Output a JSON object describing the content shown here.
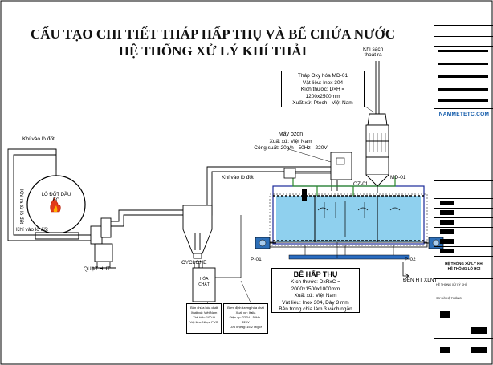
{
  "title": {
    "line1": "CẤU TẠO CHI TIẾT THÁP HẤP THỤ  VÀ BỂ CHỨA NƯỚC",
    "line2": "HỆ THỐNG XỬ LÝ KHÍ THẢI"
  },
  "labels": {
    "clean_air": "Khí sạch\nthoát ra",
    "khi_vao_lo_top": "Khí vào lò đốt",
    "khi_vao_lo_mid": "Khí vào lò đốt",
    "khi_vao_lo_bottom": "Khí vào lò đốt",
    "khi_ra_lo": "Khí ra từ lò đốt",
    "furnace": "LÒ ĐỐT DẦU\nFO",
    "fan": "QUẠT HÚT",
    "cyclone": "CYCLONE",
    "chem": "HÓA\nCHẤT",
    "ozone_gen": "OZ-01",
    "tower": "MD-01",
    "pump1": "P-01",
    "pump2": "P-02",
    "outlet": "ĐẾN HT XLNT"
  },
  "tower_box": {
    "l1": "Tháp Oxy hóa MD-01",
    "l2": "Vật liệu: Inox 304",
    "l3": "Kích thước: D×H = 1200x2500mm",
    "l4": "Xuất xứ: Ptech - Việt Nam"
  },
  "ozone_box": {
    "l1": "Máy ozon",
    "l2": "Xuất xứ: Việt Nam",
    "l3": "Công suất: 20g/h - 50Hz - 220V"
  },
  "tank_box": {
    "title": "BỂ HẤP THỤ",
    "l1": "Kích thước: DxRxC = 2000x1500x1000mm",
    "l2": "Xuất xứ: Việt Nam",
    "l3": "Vật liệu: Inox 304, Dày 3 mm",
    "l4": "Bên trong chia làm 3 vách ngăn"
  },
  "chem_tank_box": {
    "l1": "Bồn chứa hóa chất",
    "l2": "Xuất xứ: Việt Nam",
    "l3": "Thể tích: 100 lít",
    "l4": "Vật liệu: Nhựa PVC"
  },
  "dosing_pump_box": {
    "l1": "Bơm định lượng hóa chất",
    "l2": "Xuất xứ: Italia",
    "l3": "Điện áp: 220V - 50Hz - 220V",
    "l4": "Lưu lượng: 15.2 lít/giờ"
  },
  "title_block": {
    "brand": "NAMMETETC.COM",
    "project": "HỆ THỐNG XỬ LÝ KHÍ\nHỆ THỐNG LÒ HƠI",
    "drawing": "HỆ THỐNG XỬ LÝ KHÍ",
    "sheet_label": "SƠ ĐỒ HỆ THỐNG"
  },
  "colors": {
    "water": "#8fd0ee",
    "pipe": "#ffffff",
    "tank_edge": "#1a2a9a",
    "pump": "#2d6fb8",
    "flame": "#e23a1a",
    "brand": "#0b56a8"
  }
}
